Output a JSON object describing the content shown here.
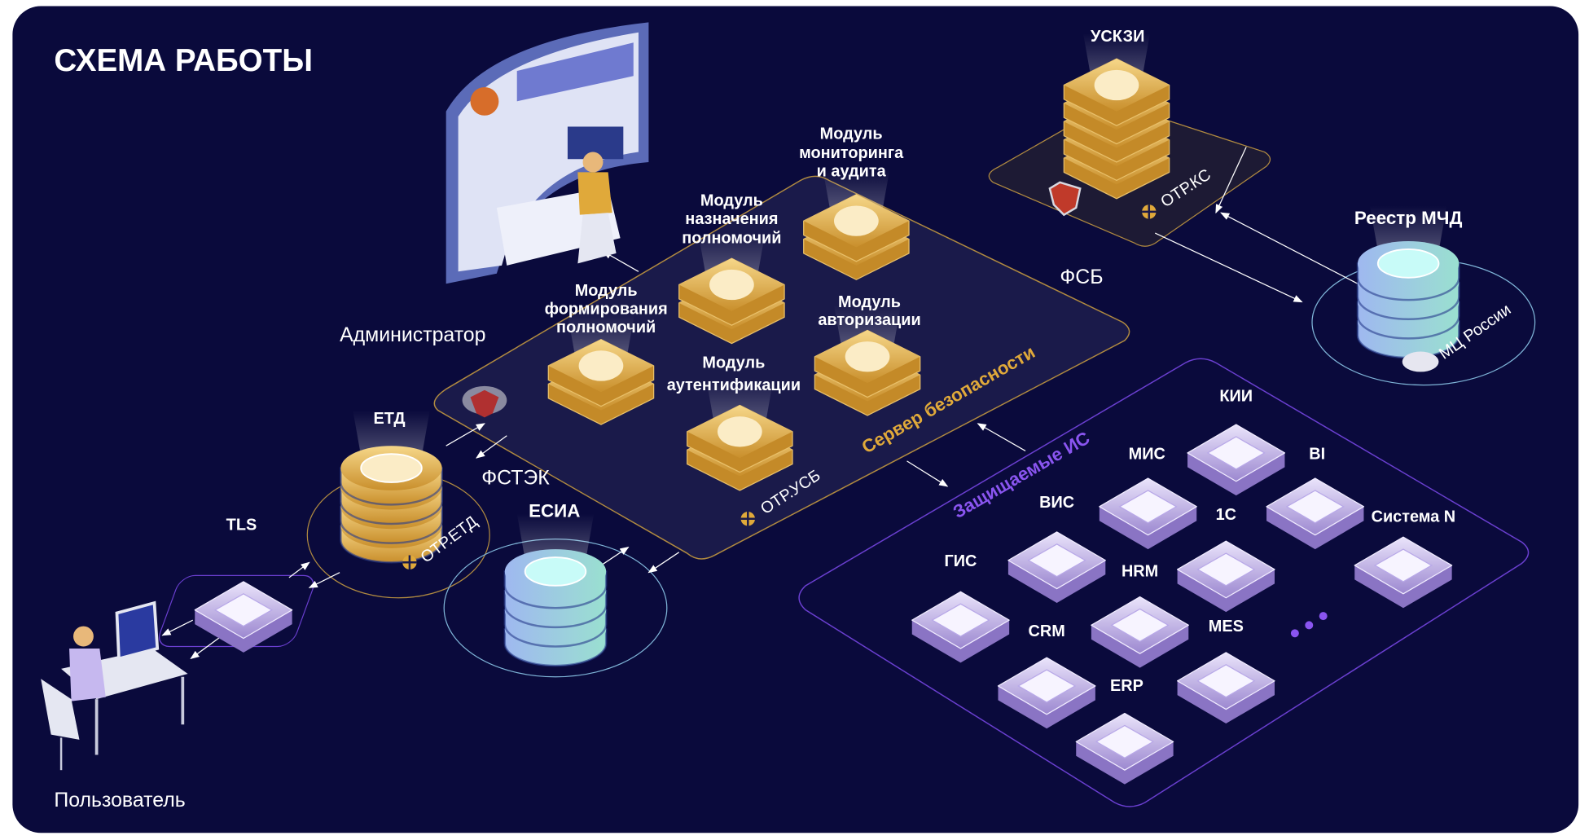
{
  "title": "СХЕМА РАБОТЫ",
  "colors": {
    "background": "#0a0a3c",
    "gold": "#e0b24a",
    "purple": "#7a4fe0",
    "cyan": "#8fd6e0",
    "security_zone_border": "#b08a40"
  },
  "actors": {
    "administrator": "Администратор",
    "user": "Пользователь"
  },
  "security_server": {
    "label": "Сервер безопасности",
    "product": "ОТР.УСБ",
    "regulator": "ФСТЭК",
    "modules": {
      "forming": [
        "Модуль",
        "формирования",
        "полномочий"
      ],
      "assignment": [
        "Модуль",
        "назначения",
        "полномочий"
      ],
      "monitoring": [
        "Модуль",
        "мониторинга",
        "и аудита"
      ],
      "authorization": [
        "Модуль",
        "авторизации"
      ],
      "authentication": [
        "Модуль",
        "аутентификации"
      ]
    }
  },
  "fsb": {
    "label": "ФСБ",
    "node": "УСКЗИ",
    "product": "ОТР.КС"
  },
  "registry": {
    "label": "Реестр МЧД",
    "owner": "МЦ России"
  },
  "etd": {
    "label": "ЕТД",
    "product": "ОТР.ЕТД"
  },
  "esia": {
    "label": "ЕСИА"
  },
  "tls": {
    "label": "TLS"
  },
  "protected": {
    "label": "Защищаемые ИС",
    "systems": [
      "КИИ",
      "МИС",
      "BI",
      "ВИС",
      "1С",
      "Система N",
      "ГИС",
      "HRM",
      "CRM",
      "MES",
      "ERP"
    ]
  },
  "icons": [
    "otr-logo-icon",
    "fstek-emblem-icon",
    "fsb-emblem-icon",
    "mc-russia-emblem-icon",
    "ellipsis-icon"
  ]
}
